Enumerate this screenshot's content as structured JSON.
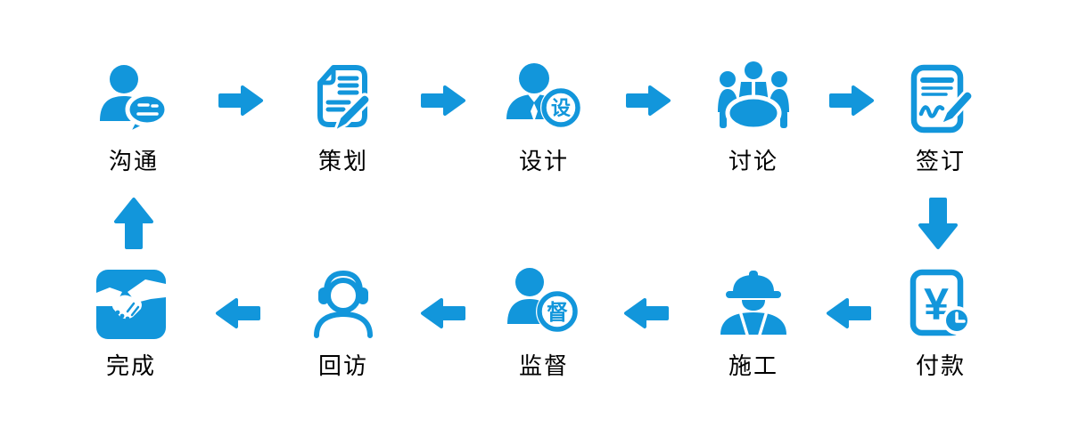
{
  "colors": {
    "accent": "#1296db",
    "label": "#000000",
    "background": "#ffffff"
  },
  "flow": {
    "top_row": [
      {
        "label": "沟通",
        "icon": "person-chat-icon"
      },
      {
        "label": "策划",
        "icon": "document-pencil-icon"
      },
      {
        "label": "设计",
        "icon": "designer-badge-icon",
        "badge_char": "设"
      },
      {
        "label": "讨论",
        "icon": "meeting-table-icon"
      },
      {
        "label": "签订",
        "icon": "contract-pen-icon"
      }
    ],
    "bottom_row": [
      {
        "label": "完成",
        "icon": "handshake-icon"
      },
      {
        "label": "回访",
        "icon": "headset-person-icon"
      },
      {
        "label": "监督",
        "icon": "supervisor-badge-icon",
        "badge_char": "督"
      },
      {
        "label": "施工",
        "icon": "construction-worker-icon"
      },
      {
        "label": "付款",
        "icon": "payment-clock-icon",
        "symbol": "¥"
      }
    ],
    "connectors": {
      "top_between": "arrow-right",
      "bottom_between": "arrow-left",
      "right_column": "arrow-down",
      "left_column": "arrow-up"
    }
  }
}
